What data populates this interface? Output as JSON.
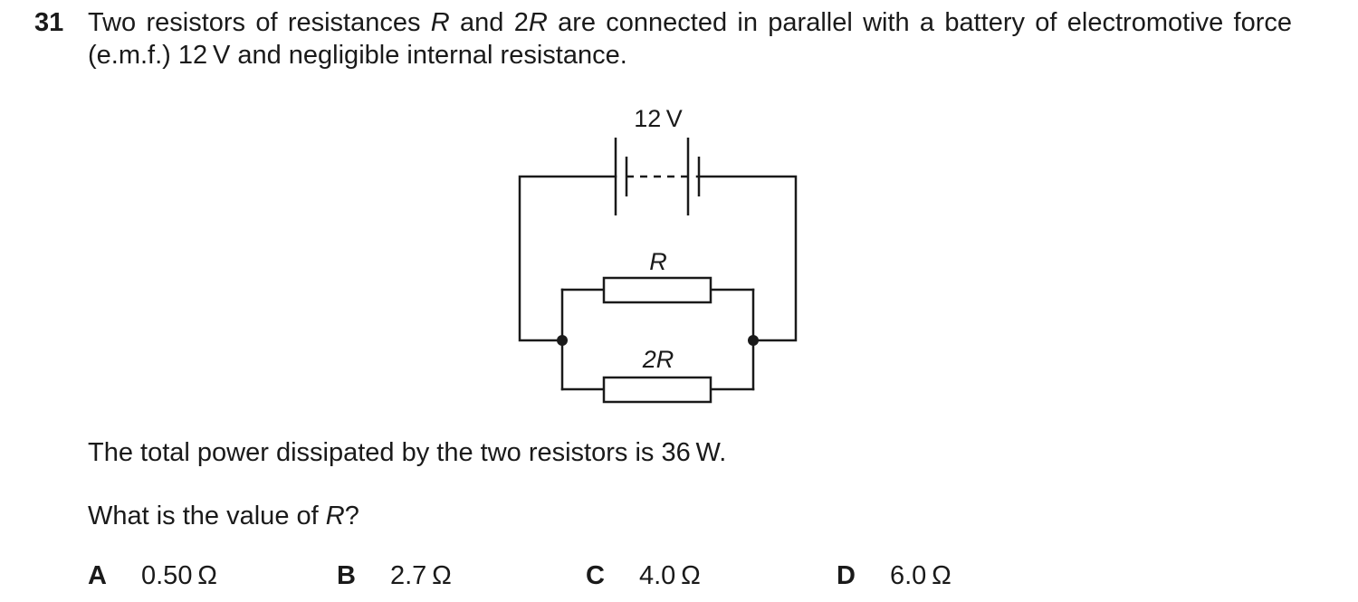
{
  "question": {
    "number": "31",
    "stem": {
      "p1": "Two resistors of resistances ",
      "r1": "R",
      "p2": " and 2",
      "r2": "R",
      "p3": " are connected in parallel with a battery of electromotive force (e.m.f.) 12 V and negligible internal resistance."
    },
    "statement": "The total power dissipated by the two resistors is 36 W.",
    "prompt": {
      "before": "What is the value of ",
      "variable": "R",
      "after": "?"
    }
  },
  "diagram": {
    "battery_label": "12 V",
    "resistor_top_label": "R",
    "resistor_bottom_label": "2R"
  },
  "options": [
    {
      "letter": "A",
      "value": "0.50 Ω"
    },
    {
      "letter": "B",
      "value": "2.7 Ω"
    },
    {
      "letter": "C",
      "value": "4.0 Ω"
    },
    {
      "letter": "D",
      "value": "6.0 Ω"
    }
  ]
}
